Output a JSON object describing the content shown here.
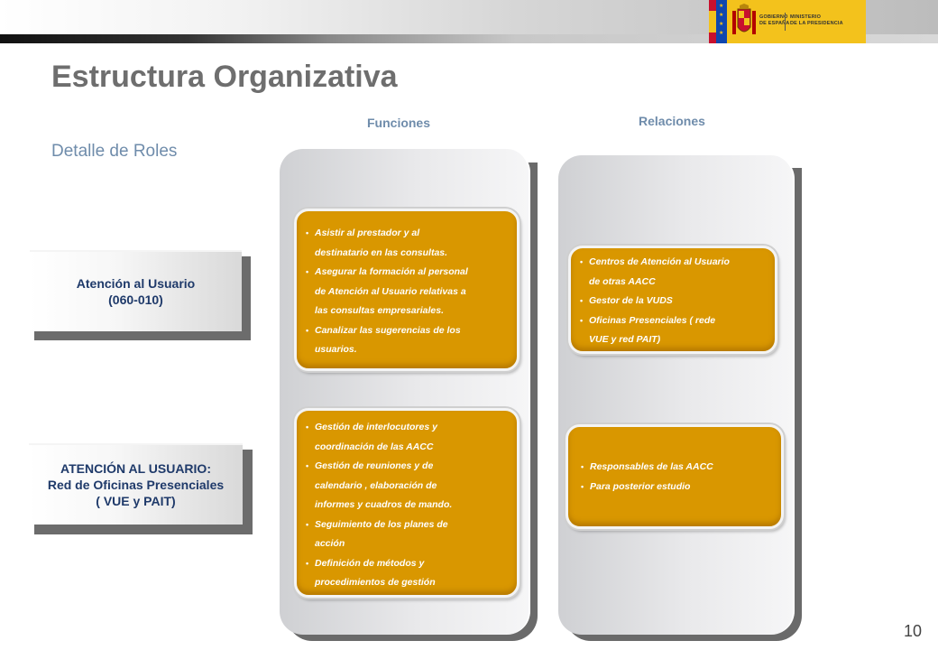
{
  "header": {
    "gov_line1": "GOBIERNO",
    "gov_line2": "DE ESPAÑA",
    "min_line1": "MINISTERIO",
    "min_line2": "DE LA PRESIDENCIA",
    "colors": {
      "logo_bg": "#f3c21c",
      "eu_blue": "#0f47af",
      "red": "#c8102e"
    }
  },
  "page": {
    "title": "Estructura Organizativa",
    "subtitle": "Detalle de Roles",
    "page_number": "10"
  },
  "columns": {
    "funciones": "Funciones",
    "relaciones": "Relaciones"
  },
  "roles": [
    {
      "line1": "Atención al Usuario",
      "line2": "(060-010)",
      "line3": ""
    },
    {
      "line1": "ATENCIÓN AL USUARIO:",
      "line2": "Red de Oficinas Presenciales",
      "line3": "( VUE y PAIT)"
    }
  ],
  "funciones": [
    {
      "lines": [
        "Asistir al prestador y al",
        "destinatario en las consultas.",
        " Asegurar la formación al personal",
        "de Atención al Usuario relativas a",
        "las consultas empresariales.",
        "Canalizar las sugerencias de los",
        "usuarios."
      ]
    },
    {
      "lines": [
        "Gestión de interlocutores y",
        "coordinación de las AACC",
        "Gestión de reuniones y de",
        "calendario , elaboración de",
        "informes y cuadros de mando.",
        "Seguimiento de los planes de",
        "acción",
        " Definición de métodos y",
        "procedimientos de gestión"
      ]
    }
  ],
  "relaciones": [
    {
      "lines": [
        "Centros de Atención al Usuario",
        "de otras AACC",
        " Gestor de la VUDS",
        " Oficinas Presenciales ( rede",
        "VUE y red PAIT)"
      ]
    },
    {
      "lines": [
        "Responsables  de las AACC",
        "Para posterior estudio"
      ]
    }
  ],
  "colors": {
    "accent_orange": "#d99700",
    "title_gray": "#6e6e6e",
    "heading_blue": "#6f8cab",
    "role_text": "#1f3a6a"
  }
}
